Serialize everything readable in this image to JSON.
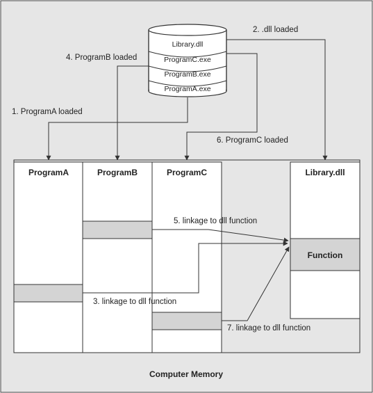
{
  "disk": {
    "files": [
      "Library.dll",
      "ProgramC.exe",
      "ProgramB.exe",
      "ProgramA.exe"
    ]
  },
  "memory": {
    "title": "Computer Memory",
    "modules": {
      "a": "ProgramA",
      "b": "ProgramB",
      "c": "ProgramC",
      "lib": "Library.dll"
    },
    "function_label": "Function"
  },
  "steps": {
    "s1": "1. ProgramA loaded",
    "s2": "2. .dll loaded",
    "s3": "3. linkage to dll function",
    "s4": "4. ProgramB loaded",
    "s5": "5. linkage to dll function",
    "s6": "6. ProgramC loaded",
    "s7": "7. linkage to dll function"
  },
  "colors": {
    "memory_fill": "#e6e6e6",
    "block_fill": "#d4d4d4",
    "line": "#333333"
  }
}
